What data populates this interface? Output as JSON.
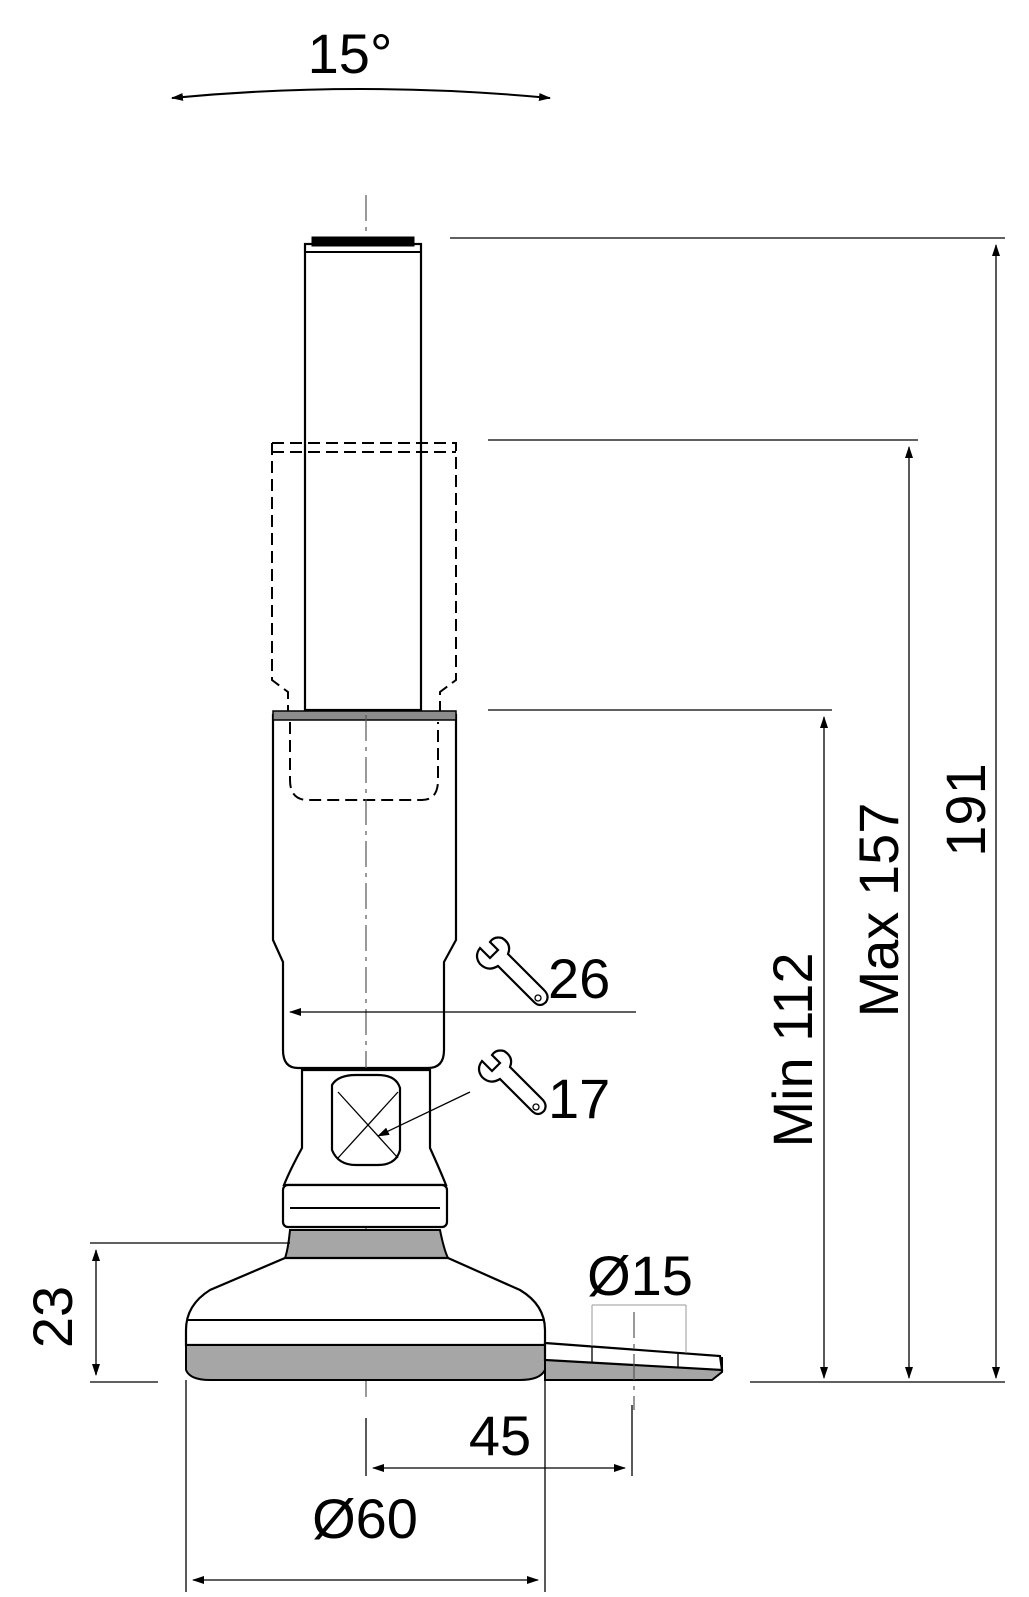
{
  "labels": {
    "tilt_angle": "15°",
    "total_height": "191",
    "max_height": "Max 157",
    "min_height": "Min 112",
    "wrench_large": "26",
    "wrench_small": "17",
    "bolt_hole_diameter": "Ø15",
    "base_height": "23",
    "hole_offset": "45",
    "base_diameter": "Ø60"
  },
  "colors": {
    "line": "#000000",
    "rubber_pad": "#a6a6a6",
    "body_fill": "#ffffff"
  },
  "icons": {
    "wrench_large": "wrench-icon",
    "wrench_small": "wrench-icon"
  }
}
